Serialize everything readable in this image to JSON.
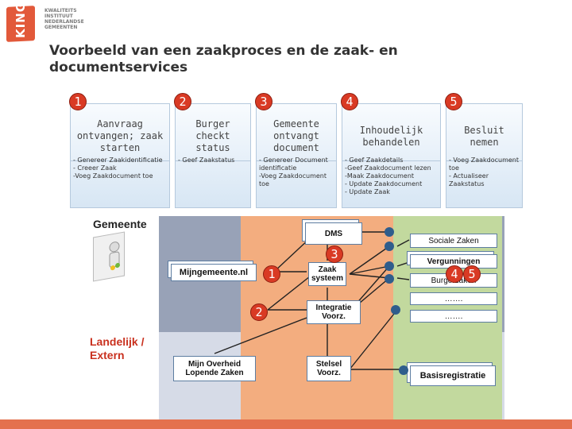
{
  "logo": {
    "word": "KING",
    "lines": [
      "KWALITEITS",
      "INSTITUUT",
      "NEDERLANDSE",
      "GEMEENTEN"
    ]
  },
  "title": "Voorbeeld van een zaakproces en de zaak- en documentservices",
  "steps": [
    {
      "num": "1",
      "title": "Aanvraag ontvangen; zaak starten",
      "actions": "- Genereer Zaakidentificatie\n- Creeer Zaak\n-Voeg Zaakdocument toe"
    },
    {
      "num": "2",
      "title": "Burger checkt status",
      "actions": "- Geef Zaakstatus"
    },
    {
      "num": "3",
      "title": "Gemeente ontvangt document",
      "actions": "- Genereer Document identificatie\n-Voeg Zaakdocument toe"
    },
    {
      "num": "4",
      "title": "Inhoudelijk behandelen",
      "actions": "- Geef Zaakdetails\n-Geef Zaakdocument lezen\n-Maak Zaakdocument\n- Update Zaakdocument\n- Update Zaak"
    },
    {
      "num": "5",
      "title": "Besluit nemen",
      "actions": "- Voeg Zaakdocument toe\n- Actualiseer Zaakstatus"
    }
  ],
  "sections": {
    "gemeente": "Gemeente",
    "landelijk": "Landelijk / Extern"
  },
  "systems": {
    "dms": "DMS",
    "sociale_zaken": "Sociale Zaken",
    "vergunningen": "Vergunningen",
    "burgerzaken": "Burgerzaken",
    "mijngemeente": "Mijngemeente.nl",
    "zaaksysteem": "Zaak systeem",
    "integratie": "Integratie Voorz.",
    "etc1": "…….",
    "etc2": "…….",
    "mijnoverheid": "Mijn Overheid Lopende Zaken",
    "stelsel": "Stelsel Voorz.",
    "basisregistratie": "Basisregistratie"
  },
  "diagram_badges": [
    "1",
    "2",
    "3",
    "4",
    "5"
  ],
  "colors": {
    "accent_red": "#d93a24",
    "orange_column": "#f3ad7f",
    "green_column": "#c2d99e",
    "gray_band": "#98a2b7",
    "connector_blue": "#2f5d8c"
  }
}
